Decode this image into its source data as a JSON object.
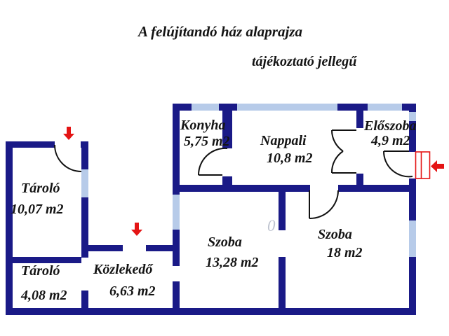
{
  "title": {
    "line1": "A felújítandó ház alaprajza",
    "line2": "tájékoztató jellegű"
  },
  "rooms": [
    {
      "name": "Konyha",
      "area": "5,75 m2"
    },
    {
      "name": "Nappali",
      "area": "10,8 m2"
    },
    {
      "name": "Előszoba",
      "area": "4,9 m2"
    },
    {
      "name": "Tároló",
      "area": "10,07 m2"
    },
    {
      "name": "Tároló",
      "area": "4,08 m2"
    },
    {
      "name": "Közlekedő",
      "area": "6,63 m2"
    },
    {
      "name": "Szoba",
      "area": "13,28 m2"
    },
    {
      "name": "Szoba",
      "area": "18 m2"
    }
  ],
  "watermark": "0",
  "colors": {
    "wall": "#1a1a87",
    "window": "#b7cbe9",
    "door_line": "#111111",
    "entrance_red": "#e41414",
    "text": "#141414",
    "background": "#ffffff"
  }
}
